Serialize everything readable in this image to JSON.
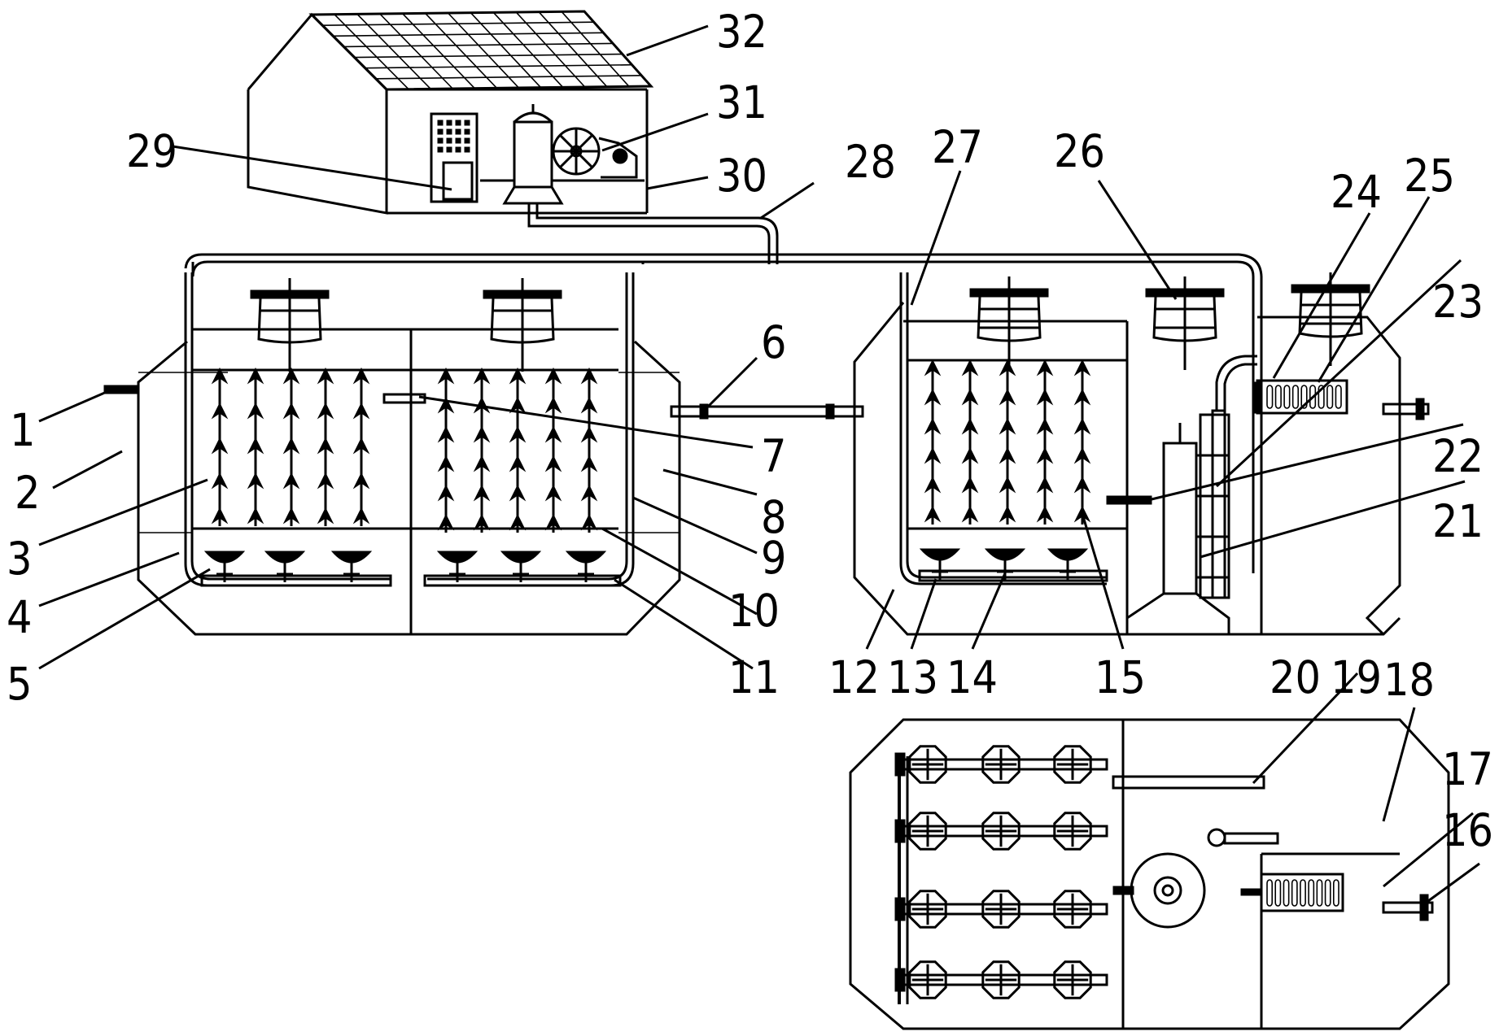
{
  "figure": {
    "labels": [
      "1",
      "2",
      "3",
      "4",
      "5",
      "6",
      "7",
      "8",
      "9",
      "10",
      "11",
      "12",
      "13",
      "14",
      "15",
      "16",
      "17",
      "18",
      "19",
      "20",
      "21",
      "22",
      "23",
      "24",
      "25",
      "26",
      "27",
      "28",
      "29",
      "30",
      "31",
      "32"
    ]
  },
  "colors": {
    "ink": "#000000",
    "background": "#ffffff"
  }
}
